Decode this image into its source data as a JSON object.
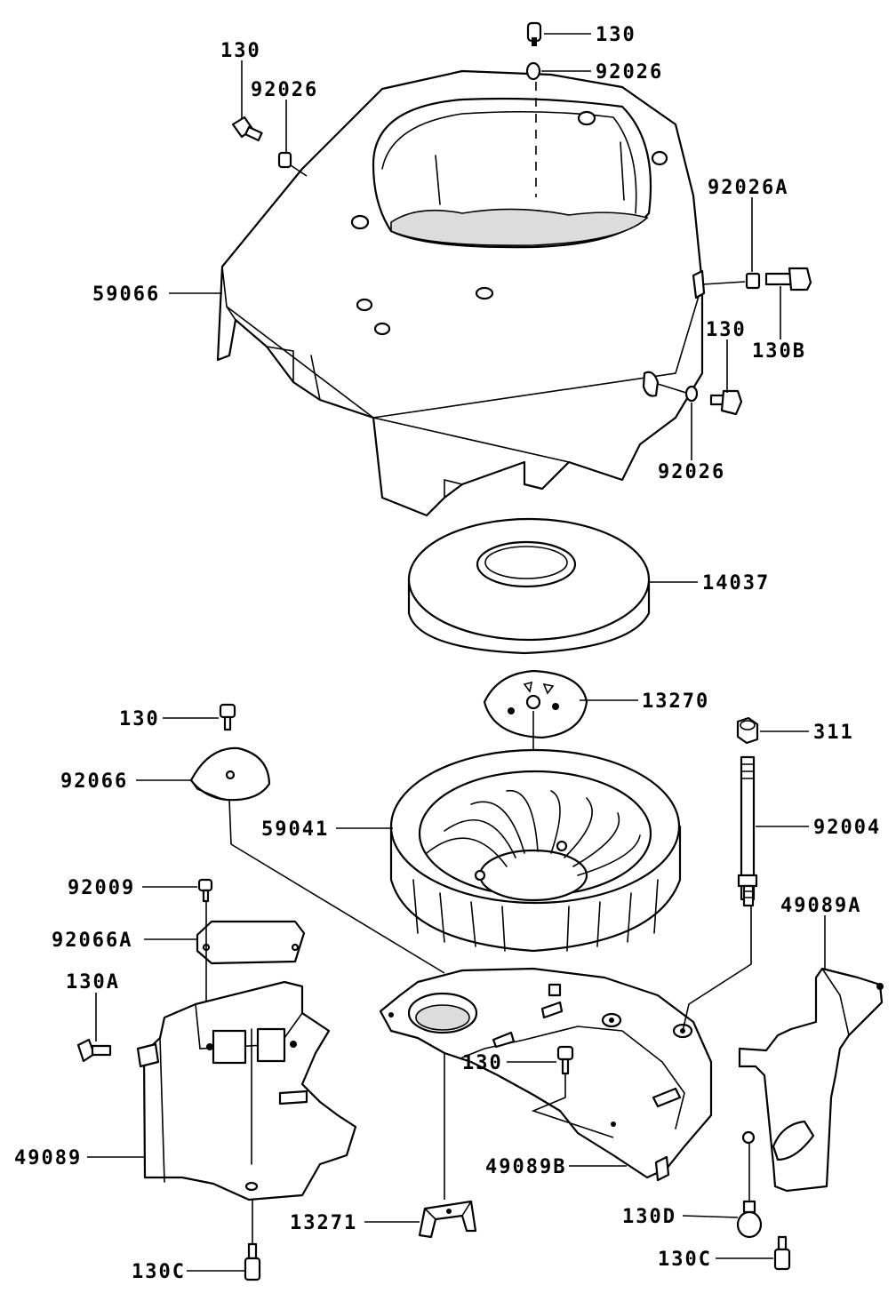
{
  "labels": {
    "l130_top": "130",
    "l92026_top": "92026",
    "l130_tl": "130",
    "l92026_tl": "92026",
    "l92026A": "92026A",
    "l130B": "130B",
    "l59066": "59066",
    "l130_r": "130",
    "l92026_r": "92026",
    "l14037": "14037",
    "l13270": "13270",
    "l130_ml": "130",
    "l311": "311",
    "l92066": "92066",
    "l59041": "59041",
    "l92004": "92004",
    "l92009": "92009",
    "l49089A": "49089A",
    "l92066A": "92066A",
    "l130A": "130A",
    "l130_mid": "130",
    "l49089": "49089",
    "l49089B": "49089B",
    "l130D": "130D",
    "l13271": "13271",
    "l130C_l": "130C",
    "l130C_r": "130C"
  }
}
